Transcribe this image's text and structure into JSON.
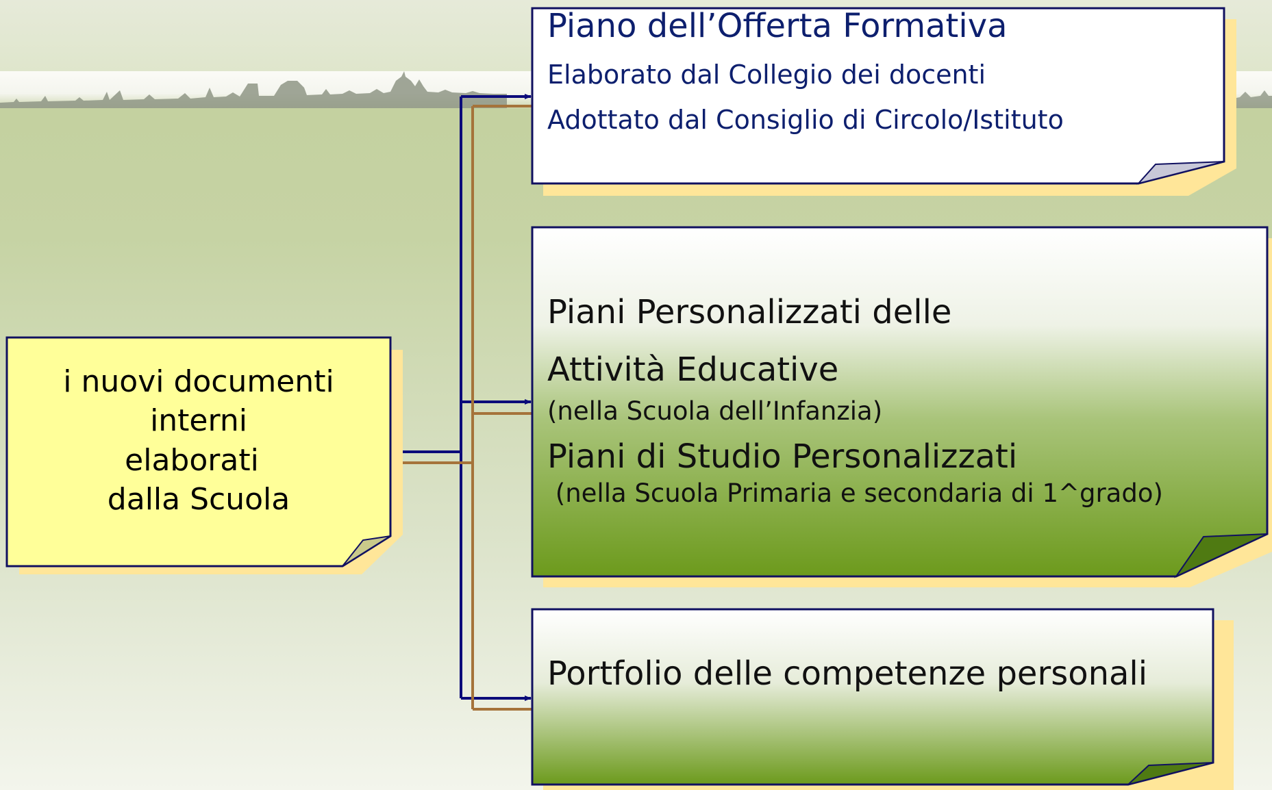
{
  "source_box": {
    "lines": [
      "i nuovi documenti",
      "interni",
      "elaborati",
      "dalla Scuola"
    ]
  },
  "pof_box": {
    "title": "Piano dell’Offerta Formativa",
    "line1": "Elaborato dal Collegio  dei docenti",
    "line2": "Adottato dal Consiglio di Circolo/Istituto"
  },
  "piani_box": {
    "line1": "Piani Personalizzati delle",
    "line2": "Attività Educative",
    "line3": "(nella Scuola dell’Infanzia)",
    "line4": "Piani di Studio Personalizzati",
    "line5": " (nella Scuola Primaria e secondaria di 1^grado)"
  },
  "portfolio_box": {
    "title": "Portfolio delle competenze personali"
  },
  "colors": {
    "note_yellow": "#ffff99",
    "note_shadow": "#ffe699",
    "border_navy": "#101060",
    "connector_navy": "#0b0b7a",
    "connector_brown": "#a5733a",
    "text_navy": "#0d1f6e",
    "green_dark": "#6c9a1c"
  }
}
